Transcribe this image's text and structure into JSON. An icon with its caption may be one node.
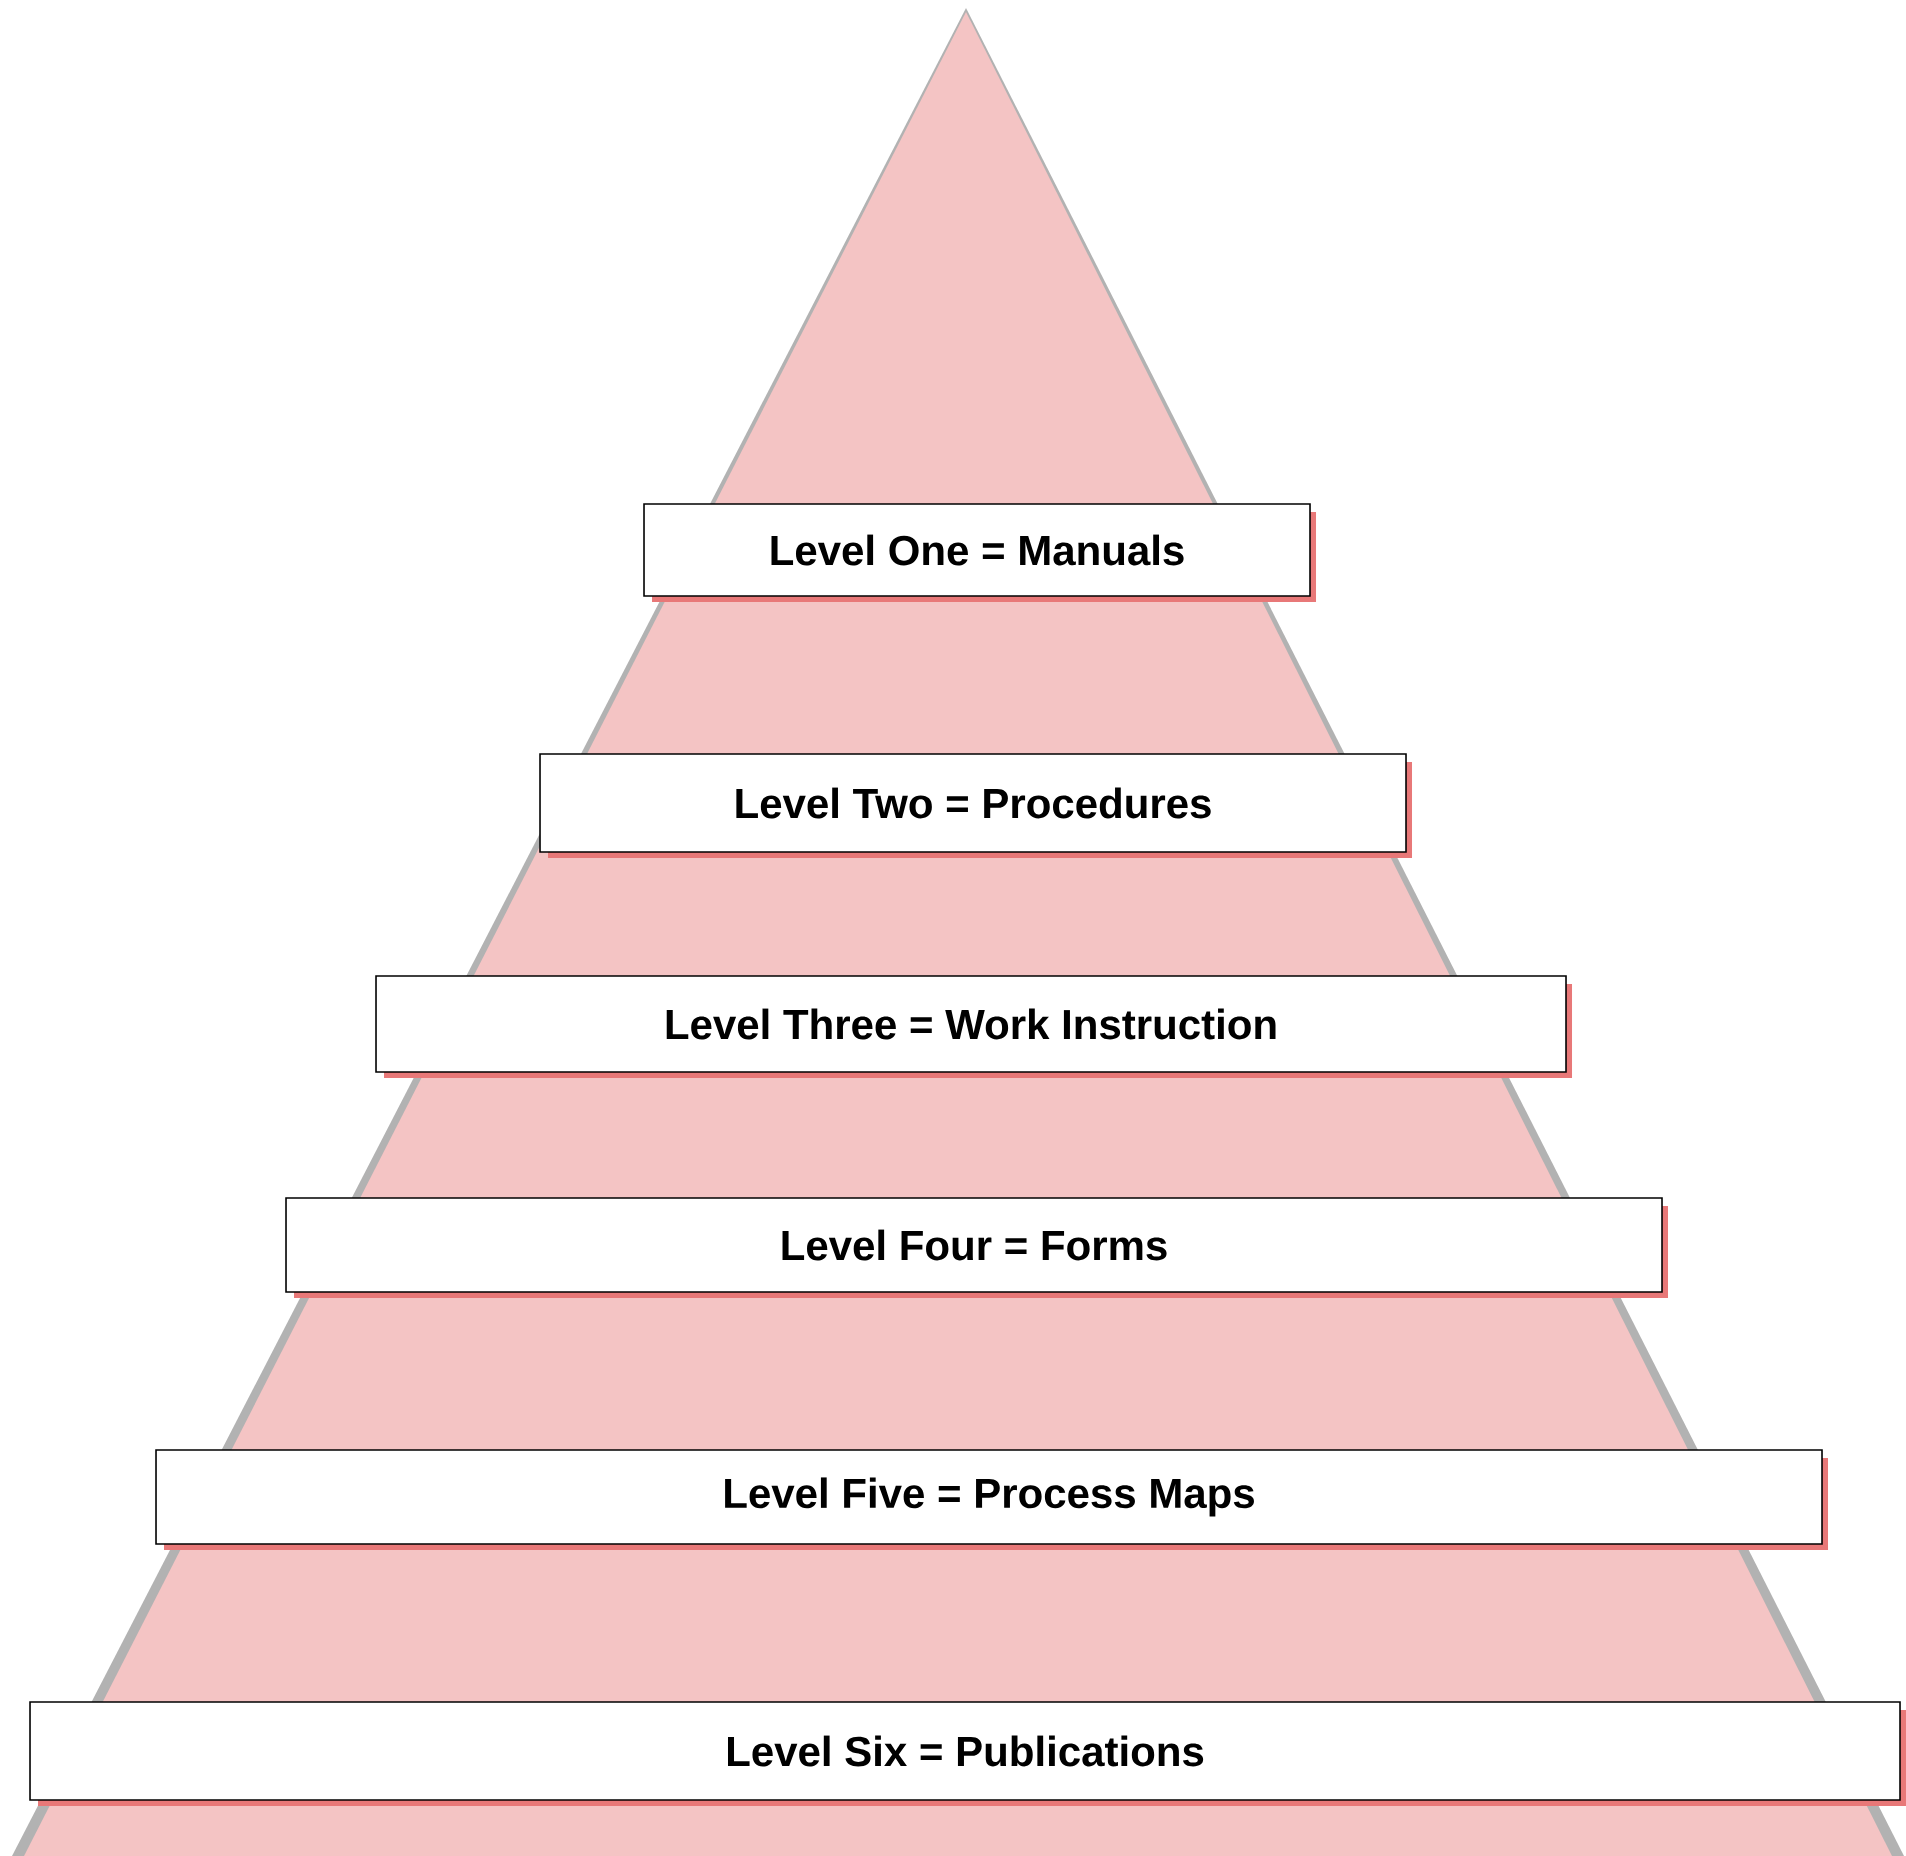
{
  "diagram": {
    "nodes": [
      {
        "text": [
          "Level One = Manuals"
        ]
      },
      {
        "text": [
          "Level Two = Procedures"
        ]
      },
      {
        "text": [
          "Level Three = Work Instruction"
        ]
      },
      {
        "text": [
          "Level Four = Forms"
        ]
      },
      {
        "text": [
          "Level Five = Process Maps"
        ]
      },
      {
        "text": [
          "Level Six = Publications"
        ]
      }
    ]
  }
}
